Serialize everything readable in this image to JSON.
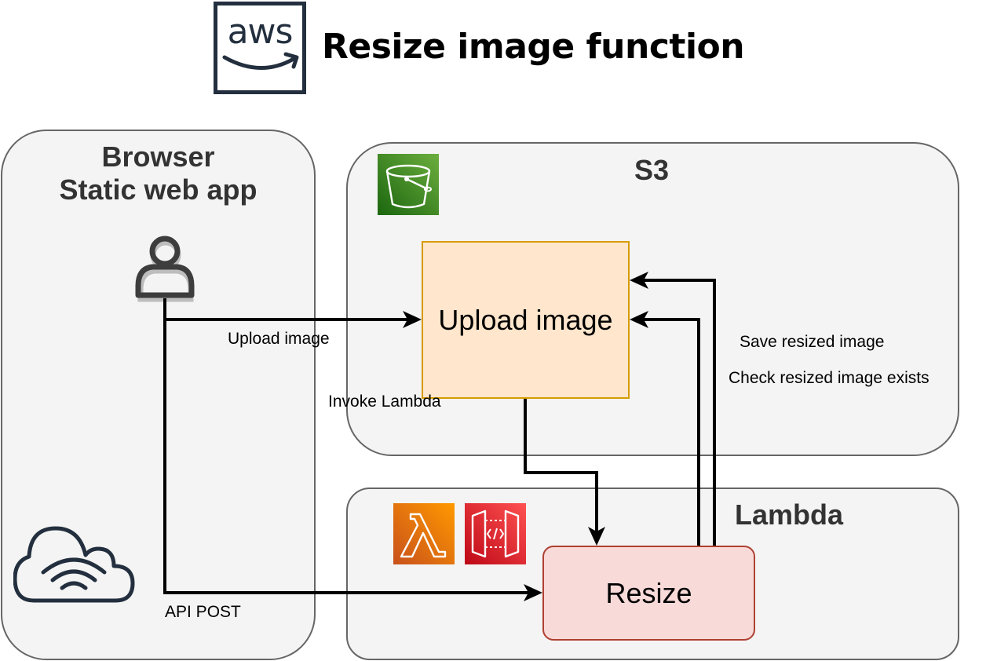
{
  "header": {
    "logo_text": "aws",
    "title": "Resize image function"
  },
  "panels": {
    "browser": {
      "title_line1": "Browser",
      "title_line2": "Static web app"
    },
    "s3": {
      "title": "S3"
    },
    "lambda": {
      "title": "Lambda"
    }
  },
  "nodes": {
    "upload": {
      "label": "Upload image"
    },
    "resize": {
      "label": "Resize"
    }
  },
  "edges": {
    "upload_image": "Upload image",
    "invoke_lambda": "Invoke Lambda",
    "save_resized": "Save resized image",
    "check_exists": "Check resized image exists",
    "api_post": "API POST"
  },
  "icons": {
    "aws_logo": "aws-logo-icon",
    "user": "user-icon",
    "cloud": "cloud-wifi-icon",
    "s3": "s3-bucket-icon",
    "lambda": "lambda-icon",
    "api_gateway": "api-gateway-icon"
  },
  "colors": {
    "panel_fill": "#f4f4f4",
    "panel_stroke": "#666666",
    "upload_fill": "#ffe6cc",
    "upload_stroke": "#d79b00",
    "resize_fill": "#f8dad9",
    "resize_stroke": "#ae4132",
    "s3_green": "#3f8624",
    "lambda_orange": "#ed7100",
    "api_red": "#dd344c",
    "aws_navy": "#232f3e"
  }
}
